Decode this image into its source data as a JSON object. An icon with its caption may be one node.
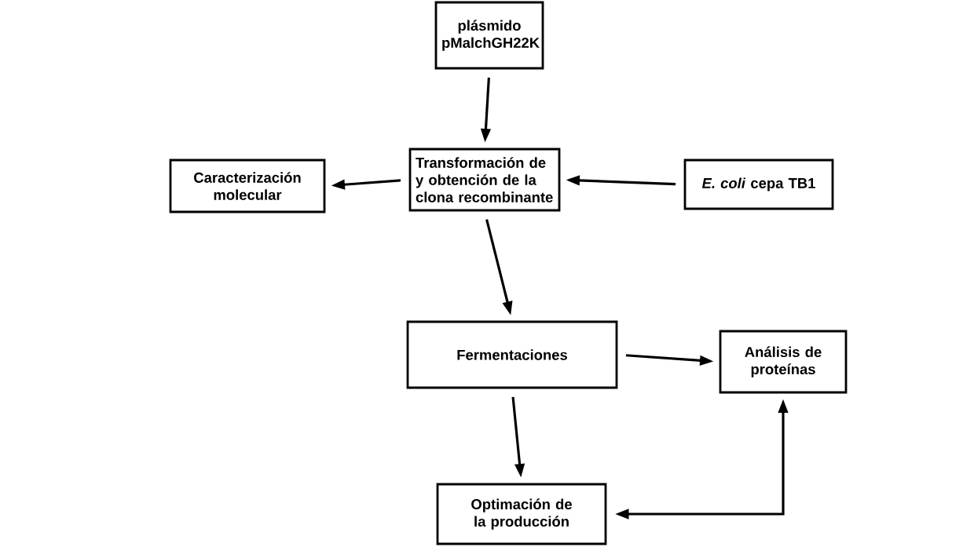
{
  "diagram": {
    "nodes": [
      {
        "text": [
          "plásmido pMalchGH22K"
        ]
      },
      {
        "text": [
          "Transformación de y obtención de la clona recombinante"
        ]
      },
      {
        "text": [
          "Caracterización molecular"
        ]
      },
      {
        "text": [
          "*E. coli* cepa TB1"
        ]
      },
      {
        "text": [
          "Fermentaciones"
        ]
      },
      {
        "text": [
          "Análisis de proteínas"
        ]
      },
      {
        "text": [
          "Optimación de la producción"
        ]
      }
    ],
    "edges": [
      {
        "from": 0,
        "to": 1,
        "arrow": "to"
      },
      {
        "from": 1,
        "to": 2,
        "arrow": "to"
      },
      {
        "from": 3,
        "to": 1,
        "arrow": "to"
      },
      {
        "from": 1,
        "to": 4,
        "arrow": "to"
      },
      {
        "from": 4,
        "to": 5,
        "arrow": "to"
      },
      {
        "from": 4,
        "to": 6,
        "arrow": "to"
      },
      {
        "from": 6,
        "to": 5,
        "arrow": "both"
      }
    ]
  }
}
